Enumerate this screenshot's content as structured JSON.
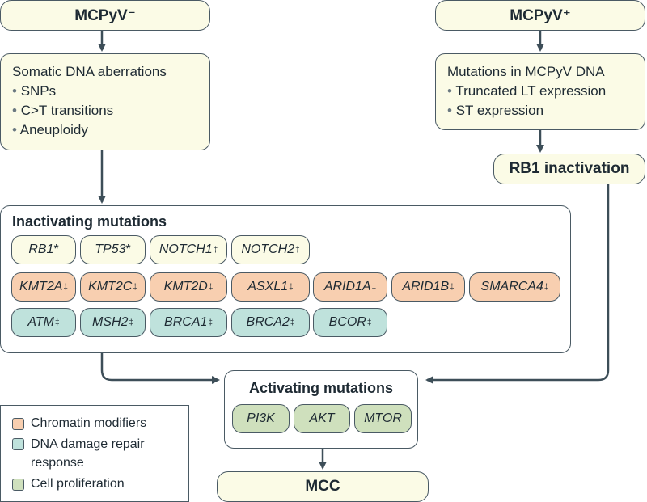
{
  "nodes": {
    "mcpyv_neg": "MCPyV⁻",
    "mcpyv_pos": "MCPyV⁺",
    "somatic": {
      "title": "Somatic DNA aberrations",
      "bullets": [
        "SNPs",
        "C>T transitions",
        "Aneuploidy"
      ]
    },
    "mutations_dna": {
      "title": "Mutations in MCPyV DNA",
      "bullets": [
        "Truncated LT expression",
        "ST expression"
      ]
    },
    "rb1_inactivation": "RB1 inactivation",
    "mcc": "MCC"
  },
  "inactivating": {
    "title": "Inactivating mutations",
    "genes": [
      {
        "name": "RB1",
        "mark": "*",
        "type": "none"
      },
      {
        "name": "TP53",
        "mark": "*",
        "type": "none"
      },
      {
        "name": "NOTCH1",
        "mark": "‡",
        "type": "none"
      },
      {
        "name": "NOTCH2",
        "mark": "‡",
        "type": "none"
      },
      {
        "name": "KMT2A",
        "mark": "‡",
        "type": "chromatin"
      },
      {
        "name": "KMT2C",
        "mark": "‡",
        "type": "chromatin"
      },
      {
        "name": "KMT2D",
        "mark": "‡",
        "type": "chromatin"
      },
      {
        "name": "ASXL1",
        "mark": "‡",
        "type": "chromatin"
      },
      {
        "name": "ARID1A",
        "mark": "‡",
        "type": "chromatin"
      },
      {
        "name": "ARID1B",
        "mark": "‡",
        "type": "chromatin"
      },
      {
        "name": "SMARCA4",
        "mark": "‡",
        "type": "chromatin"
      },
      {
        "name": "ATM",
        "mark": "‡",
        "type": "dna-repair"
      },
      {
        "name": "MSH2",
        "mark": "‡",
        "type": "dna-repair"
      },
      {
        "name": "BRCA1",
        "mark": "‡",
        "type": "dna-repair"
      },
      {
        "name": "BRCA2",
        "mark": "‡",
        "type": "dna-repair"
      },
      {
        "name": "BCOR",
        "mark": "‡",
        "type": "dna-repair"
      }
    ]
  },
  "activating": {
    "title": "Activating mutations",
    "genes": [
      "PI3K",
      "AKT",
      "MTOR"
    ]
  },
  "legend": [
    {
      "label": "Chromatin modifiers",
      "color": "#f8cfb0"
    },
    {
      "label": "DNA damage repair response",
      "color": "#bfe2dc"
    },
    {
      "label": "Cell proliferation",
      "color": "#cfe0bd"
    }
  ]
}
